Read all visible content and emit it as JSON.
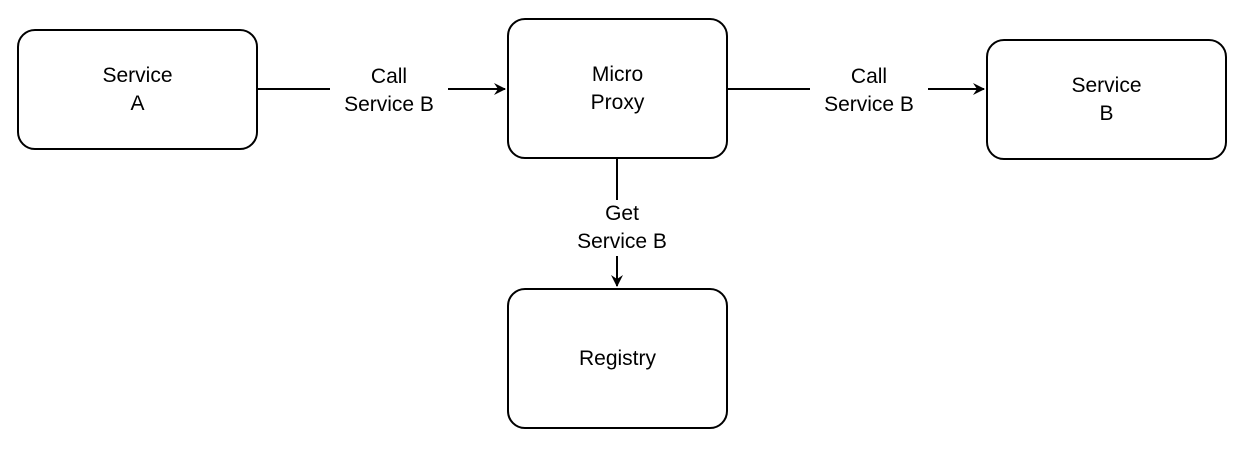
{
  "nodes": {
    "service_a": "Service\nA",
    "micro_proxy": "Micro\nProxy",
    "service_b": "Service\nB",
    "registry": "Registry"
  },
  "edges": {
    "a_to_proxy": "Call\nService B",
    "proxy_to_b": "Call\nService B",
    "proxy_to_registry": "Get\nService B"
  },
  "colors": {
    "stroke": "#000000",
    "background": "#ffffff"
  }
}
